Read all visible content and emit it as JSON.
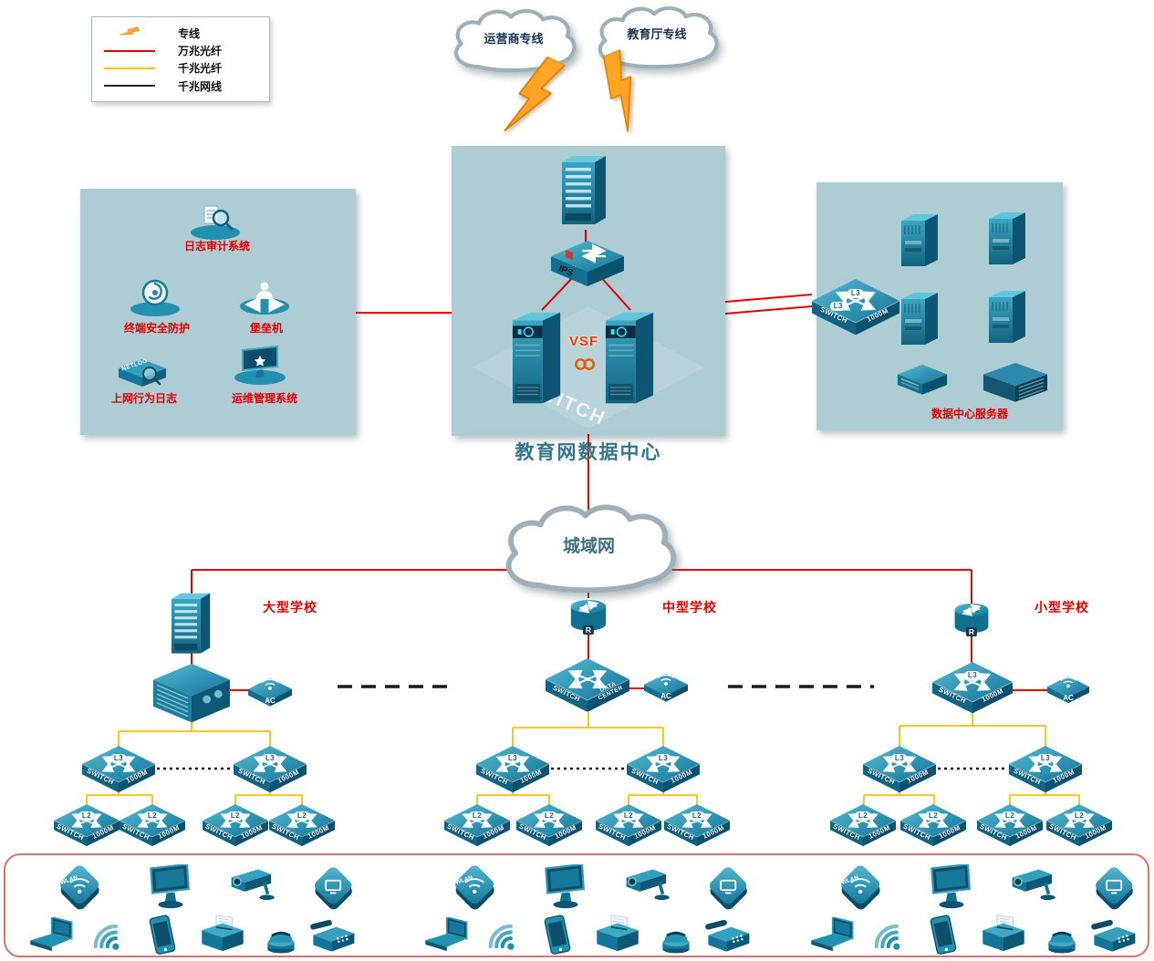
{
  "legend": {
    "lightning_label": "专线",
    "red_label": "万兆光纤",
    "yellow_label": "千兆光纤",
    "black_label": "千兆网线"
  },
  "clouds": {
    "isp": "运营商专线",
    "edu": "教育厅专线",
    "man": "城域网"
  },
  "datacenter": {
    "caption": "教育网数据中心",
    "vsf": "VSF",
    "ips": "IPS",
    "switch_watermark": "SWITCH"
  },
  "security_panel": {
    "audit": "日志审计系统",
    "endpoint": "终端安全防护",
    "bastion": "堡垒机",
    "netlog": "上网行为日志",
    "netlog_tag": "NETLOG",
    "ops": "运维管理系统"
  },
  "server_panel": {
    "caption": "数据中心服务器"
  },
  "schools": {
    "large": "大型学校",
    "medium": "中型学校",
    "small": "小型学校"
  },
  "device_labels": {
    "switch": "SWITCH",
    "m1000": "1000M",
    "l3": "L3",
    "l2": "L2",
    "ac": "AC",
    "r": "R",
    "data_center": "DATA CENTER",
    "wlan": "WLAN"
  },
  "colors": {
    "dedicated_red": "#e60000",
    "fiber_yellow": "#ffc000",
    "cable_black": "#262626",
    "device_teal": "#1f86a5"
  }
}
